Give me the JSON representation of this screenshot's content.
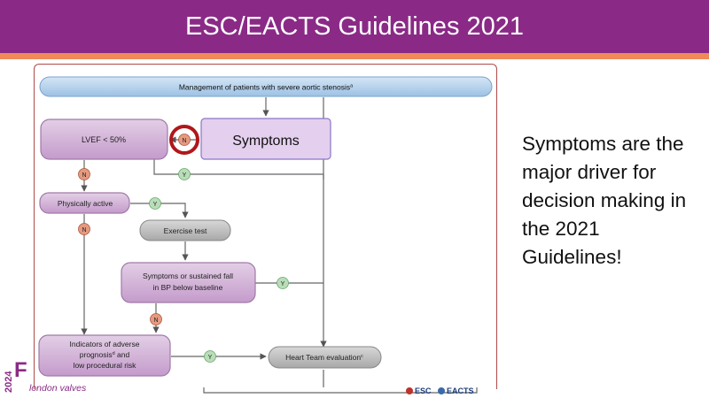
{
  "header": {
    "title": "ESC/EACTS Guidelines 2021"
  },
  "diagram": {
    "title_box": "Management of patients with severe aortic stenosis",
    "title_box_sup": "a",
    "symptoms_label": "Symptoms",
    "lvef_label": "LVEF < 50%",
    "physically_active_label": "Physically active",
    "exercise_test_label": "Exercise test",
    "symptoms_bp_line1": "Symptoms or sustained fall",
    "symptoms_bp_line2": "in BP below baseline",
    "indicators_line1": "Indicators of adverse",
    "indicators_line2": "prognosis",
    "indicators_line2_sup": "d",
    "indicators_line2_tail": " and",
    "indicators_line3": "low procedural risk",
    "heart_team_label": "Heart Team evaluation",
    "heart_team_sup": "c",
    "no_marker": "N",
    "yes_marker": "Y"
  },
  "side_text": "Symptoms are the major driver for decision making in the 2021 Guidelines!",
  "branding": {
    "year": "2024",
    "mark": "F",
    "name": "london valves",
    "esc": "ESC",
    "eacts": "EACTS"
  },
  "colors": {
    "header": "#8a2a86",
    "header_stripe": "#f08a58",
    "purple_box": "#c9a6cf",
    "title_box": "#a9c9e8",
    "grey_box": "#b5b5b5",
    "highlight_circle": "#b0171a",
    "no_marker": "#e59a80",
    "yes_marker": "#b9ddb9"
  }
}
